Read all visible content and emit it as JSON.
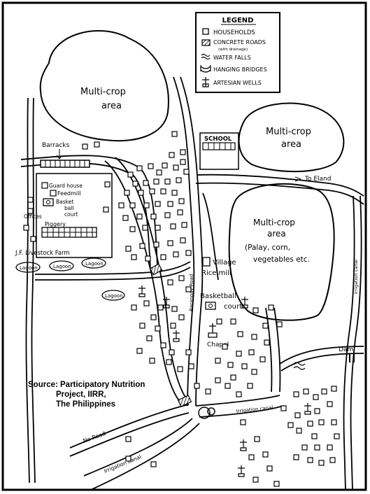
{
  "legend": {
    "title": "LEGEND",
    "items": [
      {
        "icon": "household-square",
        "label": "HOUSEHOLDS"
      },
      {
        "icon": "hatched-rectangle",
        "label": "CONCRETE ROADS",
        "sublabel": "(with drainage)"
      },
      {
        "icon": "waterfall-wavy-lines",
        "label": "WATER FALLS"
      },
      {
        "icon": "hanging-bridge",
        "label": "HANGING BRIDGES"
      },
      {
        "icon": "artesian-well-cross",
        "label": "ARTESIAN WELLS"
      }
    ]
  },
  "areas": {
    "multicrop_nw": {
      "line1": "Multi-crop",
      "line2": "area"
    },
    "multicrop_ne": {
      "line1": "Multi-crop",
      "line2": "area"
    },
    "multicrop_center": {
      "line1": "Multi-crop",
      "line2": "area",
      "line3": "(Palay, corn,",
      "line4": "vegetables etc."
    }
  },
  "labels": {
    "barracks": "Barracks",
    "guard_house": "Guard house",
    "feedmill": "Feedmill",
    "basketball_court_line1": "Basket",
    "basketball_court_line2": "ball",
    "basketball_court_line3": "court",
    "offices": "Offices",
    "piggery": "Piggery",
    "livestock_farm": "J.F. Livestock Farm",
    "lagoon": "Lagoon",
    "school": "SCHOOL",
    "to_eland": "To Eland",
    "village_rice_mill_line1": "Village",
    "village_rice_mill_line2": "Rice mill",
    "barangay_road": "Barangay Road",
    "basketball_court_center": "Basketball",
    "court": "court",
    "chapel": "Chapel",
    "irrigation_canal_right": "Irrigation canal",
    "dam": "Dam",
    "no_road": "No Road",
    "irrigation_canal_bottom": "Irrigation canal",
    "irrigation_canal_mid": "Irrigation canal"
  },
  "source": {
    "line1": "Source: Participatory Nutrition",
    "line2": "Project, IIRR,",
    "line3": "The Philippines"
  }
}
